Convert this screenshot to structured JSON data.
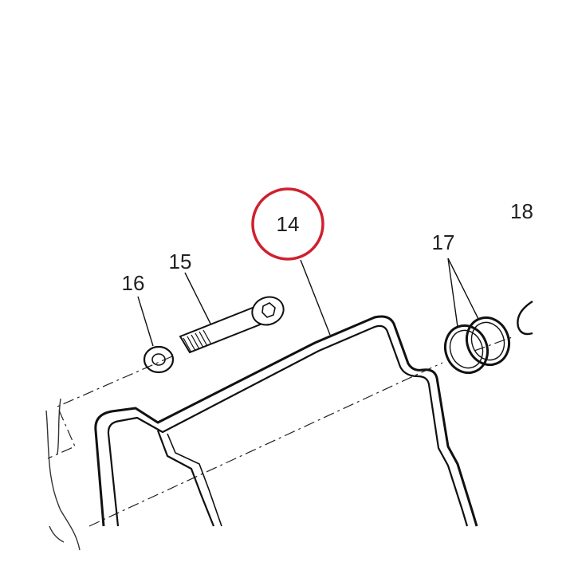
{
  "colors": {
    "line": "#111111",
    "highlight": "#d0202e",
    "background": "#ffffff"
  },
  "callouts": {
    "gasket": "14",
    "bolt": "15",
    "washer": "16",
    "o_rings": "17",
    "next_part": "18"
  },
  "highlighted_callout": "14"
}
